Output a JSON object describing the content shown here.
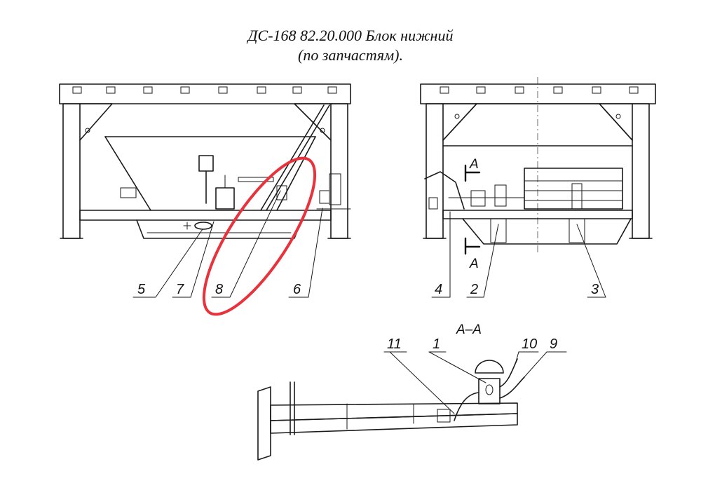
{
  "title": {
    "line1": "ДС-168 82.20.000 Блок нижний",
    "line2": "(по запчастям)."
  },
  "callouts": {
    "c1": "1",
    "c2": "2",
    "c3": "3",
    "c4": "4",
    "c5": "5",
    "c6": "6",
    "c7": "7",
    "c8": "8",
    "c9": "9",
    "c10": "10",
    "c11": "11"
  },
  "section": {
    "label": "А–А",
    "marker_top": "А",
    "marker_bottom": "А"
  },
  "colors": {
    "ink": "#1a1a1a",
    "highlight": "#e8323c"
  }
}
